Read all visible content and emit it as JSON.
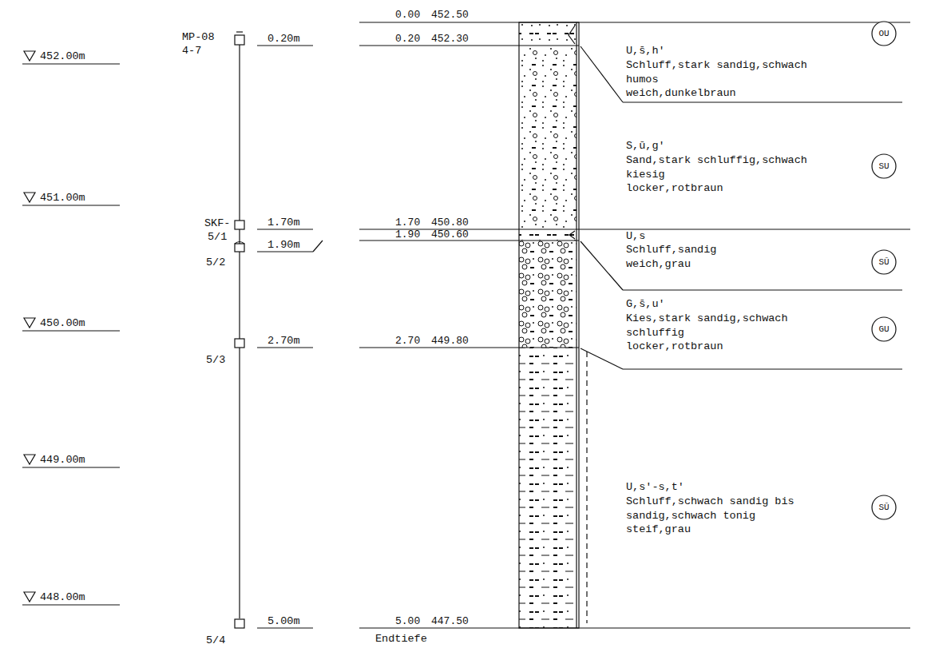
{
  "diagram": {
    "nodes": [
      {
        "text": [
          "OU"
        ]
      },
      {
        "text": [
          "SU"
        ]
      },
      {
        "text": [
          "SŪ"
        ]
      },
      {
        "text": [
          "GU"
        ]
      },
      {
        "text": [
          "SŪ"
        ]
      }
    ],
    "labels": [
      "452.00m",
      "451.00m",
      "450.00m",
      "449.00m",
      "448.00m",
      "MP-08",
      "4-7",
      "0.20m",
      "SKF-",
      "5/1",
      "1.70m",
      "1.90m",
      "5/2",
      "2.70m",
      "5/3",
      "5.00m",
      "5/4",
      "0.00",
      "452.50",
      "0.20",
      "452.30",
      "1.70",
      "450.80",
      "1.90",
      "450.60",
      "2.70",
      "449.80",
      "5.00",
      "447.50",
      "Endtiefe",
      "U,s̄,h'",
      "Schluff,stark sandig,schwach humos",
      "weich,dunkelbraun",
      "S,ū,g'",
      "Sand,stark schluffig,schwach kiesig",
      "locker,rotbraun",
      "U,s",
      "Schluff,sandig",
      "weich,grau",
      "G,s̄,u'",
      "Kies,stark sandig,schwach schluffig",
      "locker,rotbraun",
      "U,s'-s,t'",
      "Schluff,schwach sandig bis sandig,schwach tonig",
      "steif,grau"
    ]
  }
}
